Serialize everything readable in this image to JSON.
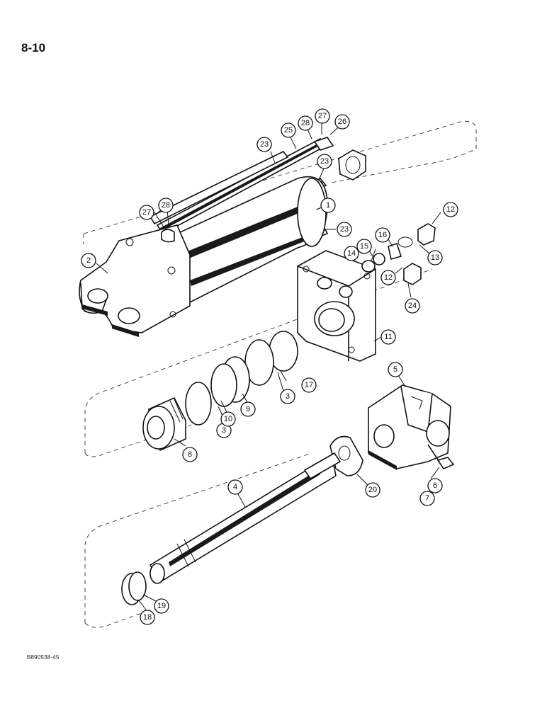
{
  "page": {
    "page_number": "8-10",
    "figure_code": "B890538-45"
  },
  "callouts": [
    {
      "id": "c1",
      "label": "1"
    },
    {
      "id": "c2",
      "label": "2"
    },
    {
      "id": "c3a",
      "label": "3"
    },
    {
      "id": "c3b",
      "label": "3"
    },
    {
      "id": "c4",
      "label": "4"
    },
    {
      "id": "c5",
      "label": "5"
    },
    {
      "id": "c6",
      "label": "6"
    },
    {
      "id": "c7",
      "label": "7"
    },
    {
      "id": "c8",
      "label": "8"
    },
    {
      "id": "c9",
      "label": "9"
    },
    {
      "id": "c10",
      "label": "10"
    },
    {
      "id": "c11",
      "label": "11"
    },
    {
      "id": "c12a",
      "label": "12"
    },
    {
      "id": "c12b",
      "label": "12"
    },
    {
      "id": "c13",
      "label": "13"
    },
    {
      "id": "c14",
      "label": "14"
    },
    {
      "id": "c15",
      "label": "15"
    },
    {
      "id": "c16",
      "label": "16"
    },
    {
      "id": "c17",
      "label": "17"
    },
    {
      "id": "c18",
      "label": "18"
    },
    {
      "id": "c19",
      "label": "19"
    },
    {
      "id": "c20",
      "label": "20"
    },
    {
      "id": "c23a",
      "label": "23"
    },
    {
      "id": "c23b",
      "label": "23"
    },
    {
      "id": "c23c",
      "label": "23"
    },
    {
      "id": "c24",
      "label": "24"
    },
    {
      "id": "c25",
      "label": "25"
    },
    {
      "id": "c26",
      "label": "26"
    },
    {
      "id": "c27a",
      "label": "27"
    },
    {
      "id": "c27b",
      "label": "27"
    },
    {
      "id": "c28a",
      "label": "28"
    },
    {
      "id": "c28b",
      "label": "28"
    }
  ]
}
